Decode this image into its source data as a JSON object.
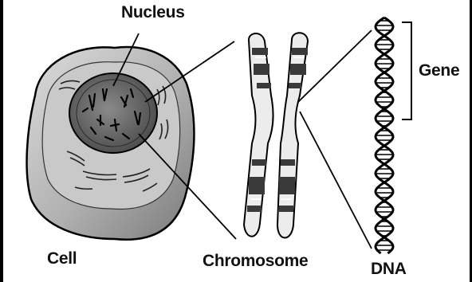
{
  "labels": {
    "nucleus": "Nucleus",
    "gene": "Gene",
    "cell": "Cell",
    "chromosome": "Chromosome",
    "dna": "DNA"
  },
  "colors": {
    "cell_fill": "#b3b3b3",
    "nucleus_fill": "#666666",
    "chromatid_fill": "#ececec",
    "band_dark": "#3a3a3a",
    "outline": "#000000"
  }
}
